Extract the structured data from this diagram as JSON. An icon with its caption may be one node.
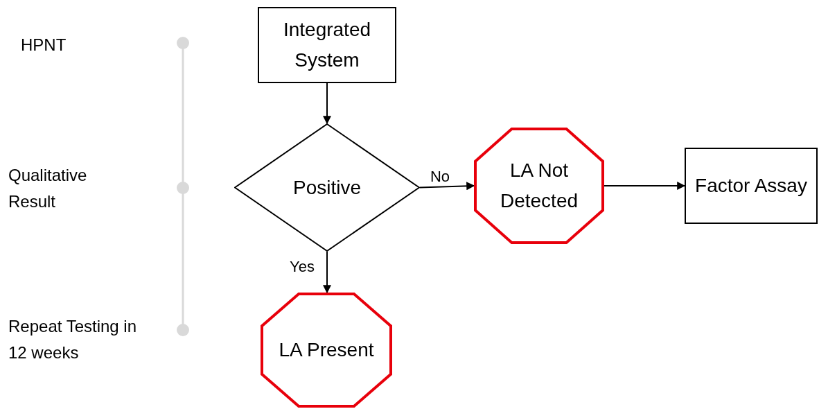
{
  "diagram": {
    "nodes": [
      {
        "text": [
          "Integrated System"
        ]
      },
      {
        "text": [
          "Positive"
        ]
      },
      {
        "text": [
          "LA Not Detected"
        ]
      },
      {
        "text": [
          "Factor Assay"
        ]
      },
      {
        "text": [
          "LA Present"
        ]
      }
    ],
    "edges": [
      {
        "from": 0,
        "to": 1,
        "arrow": "to"
      },
      {
        "from": 1,
        "to": 2,
        "arrow": "to",
        "label": "No"
      },
      {
        "from": 2,
        "to": 3,
        "arrow": "to"
      },
      {
        "from": 1,
        "to": 4,
        "arrow": "to",
        "label": "Yes"
      }
    ],
    "labels": [
      "HPNT",
      "Qualitative Result",
      "Repeat Testing in 12 weeks"
    ]
  }
}
